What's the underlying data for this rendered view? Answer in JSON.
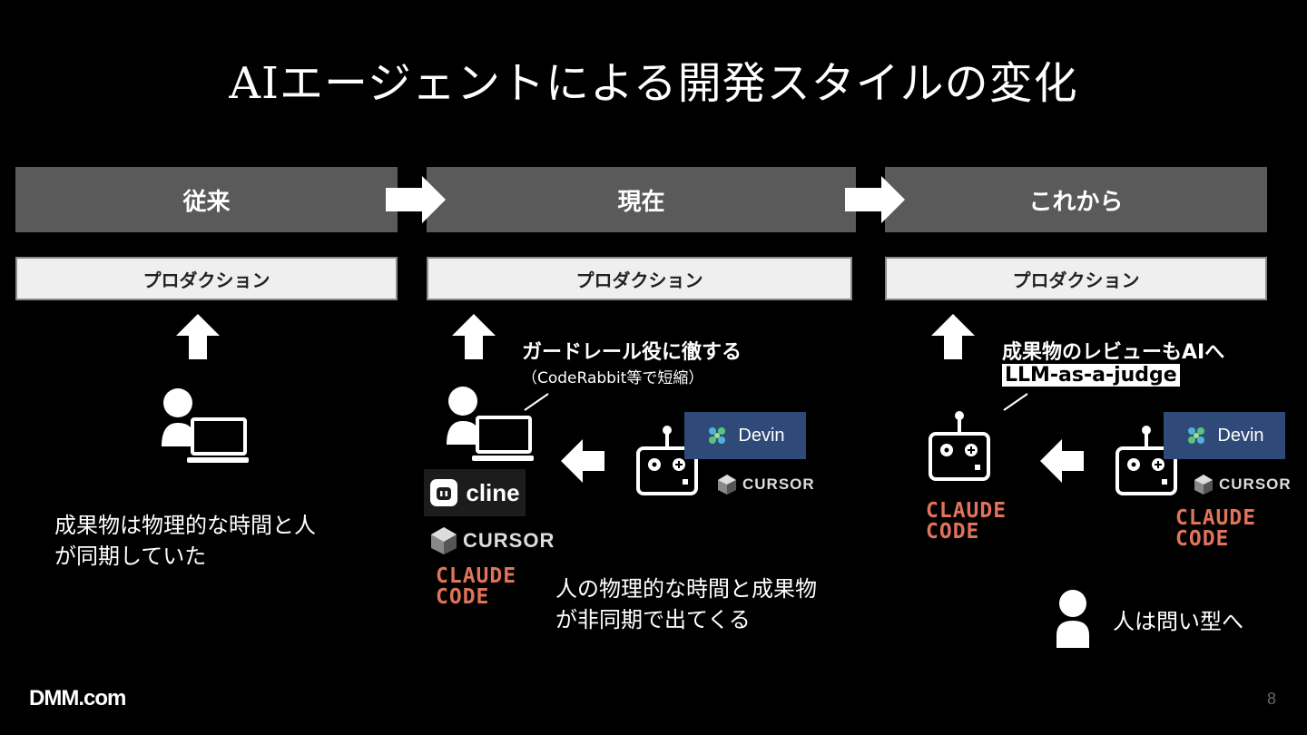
{
  "title": "AIエージェントによる開発スタイルの変化",
  "columns": [
    {
      "header": "従来",
      "production": "プロダクション"
    },
    {
      "header": "現在",
      "production": "プロダクション"
    },
    {
      "header": "これから",
      "production": "プロダクション"
    }
  ],
  "col1": {
    "caption": [
      "成果物は物理的な時間と人",
      "が同期していた"
    ]
  },
  "col2": {
    "guardrail_title": "ガードレール役に徹する",
    "guardrail_sub": "（CodeRabbit等で短縮）",
    "caption": [
      "人の物理的な時間と成果物",
      "が非同期で出てくる"
    ]
  },
  "col3": {
    "review_title": "成果物のレビューもAIへ",
    "review_sub": "LLM-as-a-judge",
    "person_caption": "人は問い型へ"
  },
  "tools": {
    "devin": "Devin",
    "cursor": "CURSOR",
    "cline": "cline",
    "claude_code": [
      "CLAUDE",
      "CODE"
    ]
  },
  "footer": {
    "logo": "DMM.com",
    "page": "8"
  },
  "colors": {
    "header_bg": "#5a5a5a",
    "devin_bg": "#2f4a78",
    "claude": "#e0735a",
    "background": "#000000"
  }
}
